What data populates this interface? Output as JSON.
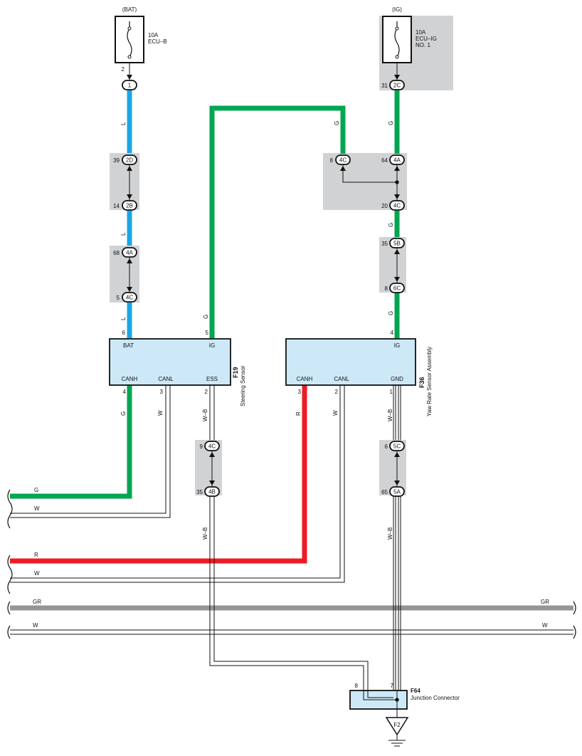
{
  "sources": {
    "bat": {
      "label": "(BAT)",
      "fuse_rating": "10A",
      "fuse_name": "ECU–B",
      "pin_top": "2",
      "connector": "1"
    },
    "ig": {
      "label": "(IG)",
      "fuse_rating": "10A",
      "fuse_name": "ECU–IG",
      "fuse_name2": "NO. 1",
      "pin_top": "31",
      "connector": "2C"
    }
  },
  "junctions": {
    "j_2d": {
      "pin": "39",
      "id": "2D"
    },
    "j_2b": {
      "pin": "14",
      "id": "2B"
    },
    "j_4a_l": {
      "pin": "68",
      "id": "4A"
    },
    "j_4c_l": {
      "pin": "5",
      "id": "4C"
    },
    "j_4c_g": {
      "pin": "8",
      "id": "4C"
    },
    "j_4a_r": {
      "pin": "64",
      "id": "4A"
    },
    "j_4c_r": {
      "pin": "20",
      "id": "4C"
    },
    "j_5b": {
      "pin": "35",
      "id": "5B"
    },
    "j_6c": {
      "pin": "8",
      "id": "6C"
    },
    "j_4c_wb": {
      "pin": "9",
      "id": "4C"
    },
    "j_4b": {
      "pin": "35",
      "id": "4B"
    },
    "j_5c": {
      "pin": "6",
      "id": "5C"
    },
    "j_5a": {
      "pin": "65",
      "id": "5A"
    }
  },
  "components": {
    "steering": {
      "code": "F19",
      "name": "Steering Sensor",
      "pin_bat": "BAT",
      "pin_ig": "IG",
      "pin_canh": "CANH",
      "pin_canl": "CANL",
      "pin_ess": "ESS",
      "num_bat": "6",
      "num_ig": "5",
      "num_canh": "4",
      "num_canl": "3",
      "num_ess": "2"
    },
    "yaw": {
      "code": "F36",
      "name": "Yaw Rate Sensor Assembly",
      "pin_ig": "IG",
      "pin_canh": "CANH",
      "pin_canl": "CANL",
      "pin_gnd": "GND",
      "num_ig": "4",
      "num_canh": "3",
      "num_canl": "2",
      "num_gnd": "1"
    },
    "junction_connector": {
      "code": "F64",
      "name": "Junction Connector",
      "pin_left": "8",
      "pin_right": "7"
    },
    "ground": {
      "label": "F2"
    }
  },
  "wire_labels": {
    "l": "L",
    "g": "G",
    "w": "W",
    "r": "R",
    "wb": "W–B",
    "gr": "GR"
  },
  "colors": {
    "blue": "#1aa7e8",
    "green": "#00a651",
    "red": "#ed1c24",
    "gray": "#939598",
    "box_fill": "#cde9f7",
    "connector_fill": "#d1d2d4"
  }
}
